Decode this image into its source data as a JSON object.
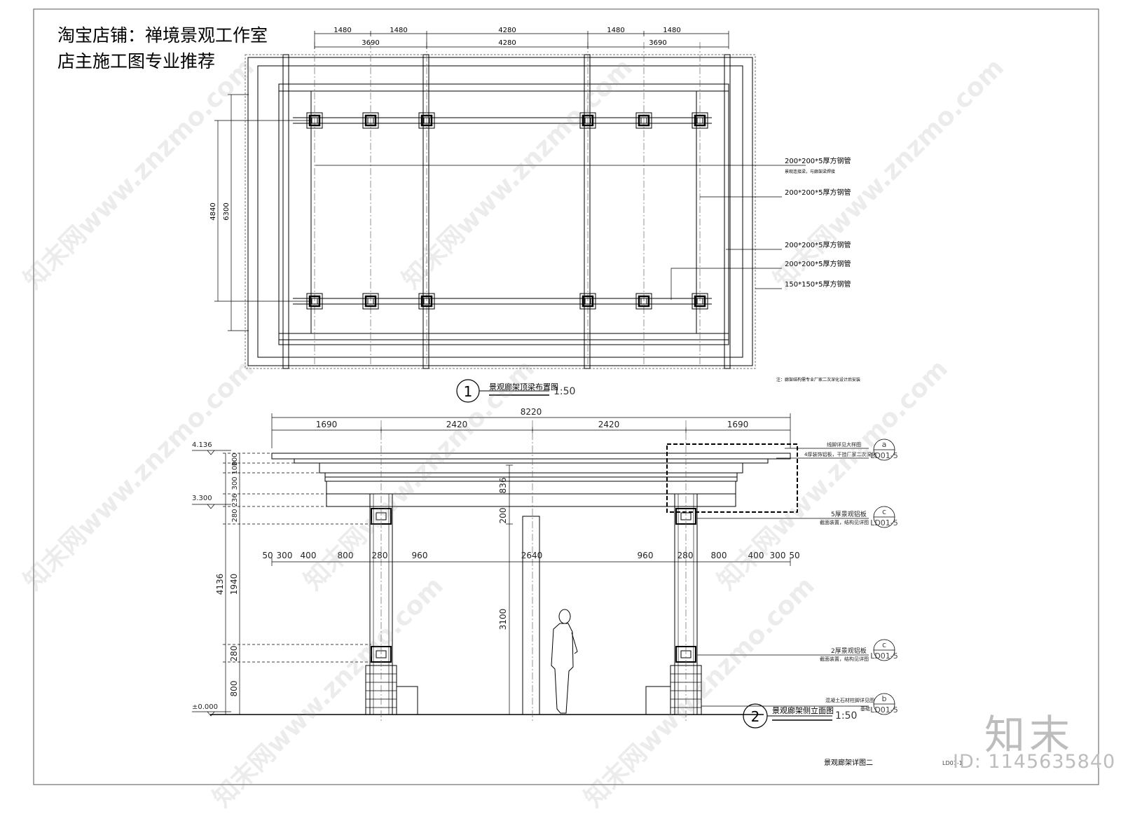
{
  "header": {
    "line1": "淘宝店铺：禅境景观工作室",
    "line2": "店主施工图专业推荐"
  },
  "plan": {
    "dims_top_row1": [
      "1480",
      "1480",
      "4280",
      "1480",
      "1480"
    ],
    "dims_top_row2": [
      "3690",
      "4280",
      "3690"
    ],
    "dims_left": [
      "4840",
      "6300"
    ],
    "callouts": [
      {
        "label": "200*200*5厚方钢管",
        "sub": "景观连接梁，与廊架梁焊接"
      },
      {
        "label": "200*200*5厚方钢管",
        "sub": ""
      },
      {
        "label": "200*200*5厚方钢管",
        "sub": ""
      },
      {
        "label": "200*200*5厚方钢管",
        "sub": ""
      },
      {
        "label": "150*150*5厚方钢管",
        "sub": ""
      }
    ],
    "note": "注：廊架结构需专业厂家二次深化设计后安装",
    "title_no": "1",
    "title": "景观廊架顶梁布置图",
    "scale": "1:50"
  },
  "elev": {
    "overall": "8220",
    "top_dims": [
      "1690",
      "2420",
      "2420",
      "1690"
    ],
    "mid_dims": [
      "50",
      "300",
      "400",
      "800",
      "280",
      "960",
      "2640",
      "960",
      "280",
      "800",
      "400",
      "300",
      "50"
    ],
    "levels": [
      "4.136",
      "3.300",
      "±0.000"
    ],
    "left_small": [
      "100",
      "100",
      "300",
      "236",
      "280"
    ],
    "left_big": [
      "4136",
      "1940",
      "280",
      "800"
    ],
    "inner": [
      "836",
      "200",
      "3100"
    ],
    "notes": [
      {
        "text": "线脚详见大样图",
        "sub": "",
        "ref": "a",
        "sheet": "LD01-5"
      },
      {
        "text": "4厚装饰铝板，干挂厂家二次深化",
        "sub": "",
        "ref": "",
        "sheet": ""
      },
      {
        "text": "5厚景观铝板",
        "sub": "截面装置，结构见详图",
        "ref": "c",
        "sheet": "LD01-5"
      },
      {
        "text": "2厚景观铝板",
        "sub": "截面装置，结构见详图",
        "ref": "c",
        "sheet": "LD01-5"
      },
      {
        "text": "混凝土石材柱脚详见图",
        "sub": "基础",
        "ref": "b",
        "sheet": "LD01-5"
      }
    ],
    "title_no": "2",
    "title": "景观廊架侧立面图",
    "scale": "1:50"
  },
  "sheet": {
    "title": "景观廊架详图二",
    "code": "LD01-1"
  },
  "watermark": {
    "text": "知末网www.znzmo.com",
    "brand": "知末",
    "id": "ID: 1145635840"
  }
}
